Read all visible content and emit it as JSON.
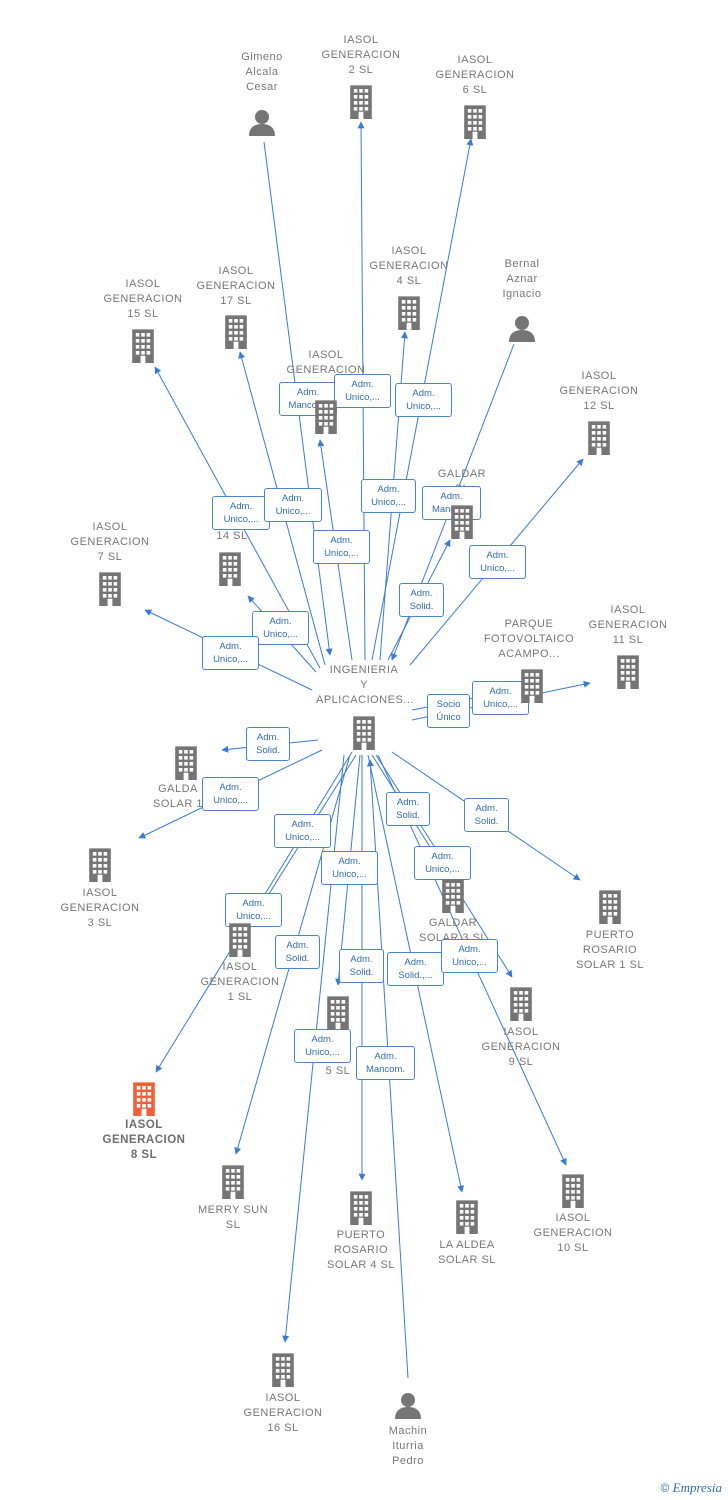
{
  "colors": {
    "edge": "#3a7bd5",
    "icon": "#757575",
    "focus_icon": "#f2603a",
    "role_border": "#4a86cf",
    "role_text": "#2f6db5"
  },
  "center_node": "ingenieria",
  "nodes": [
    {
      "id": "ingenieria",
      "label": "INGENIERIA\nY\nAPLICACIONES...",
      "kind": "company"
    },
    {
      "id": "gimeno",
      "label": "Gimeno\nAlcala\nCesar",
      "kind": "person"
    },
    {
      "id": "iasol2",
      "label": "IASOL\nGENERACION\n2  SL",
      "kind": "company"
    },
    {
      "id": "iasol6",
      "label": "IASOL\nGENERACION\n6  SL",
      "kind": "company"
    },
    {
      "id": "iasol4",
      "label": "IASOL\nGENERACION\n4  SL",
      "kind": "company"
    },
    {
      "id": "bernal",
      "label": "Bernal\nAznar\nIgnacio",
      "kind": "person"
    },
    {
      "id": "iasol15",
      "label": "IASOL\nGENERACION\n15  SL",
      "kind": "company"
    },
    {
      "id": "iasol17",
      "label": "IASOL\nGENERACION\n17  SL",
      "kind": "company"
    },
    {
      "id": "iasol13",
      "label": "IASOL\nGENERACION",
      "kind": "company"
    },
    {
      "id": "iasol12",
      "label": "IASOL\nGENERACION\n12  SL",
      "kind": "company"
    },
    {
      "id": "galdar_a",
      "label": "GALDAR\n     SL",
      "kind": "company"
    },
    {
      "id": "iasol14",
      "label": "GEN\n14  SL",
      "kind": "company"
    },
    {
      "id": "iasol7",
      "label": "IASOL\nGENERACION\n7  SL",
      "kind": "company"
    },
    {
      "id": "parque",
      "label": "PARQUE\nFOTOVOLTAICO\nACAMPO...",
      "kind": "company"
    },
    {
      "id": "iasol11",
      "label": "IASOL\nGENERACION\n11  SL",
      "kind": "company"
    },
    {
      "id": "galdar_solar1",
      "label": "GALDA\nSOLAR 1",
      "kind": "company"
    },
    {
      "id": "iasol3",
      "label": "IASOL\nGENERACION\n3  SL",
      "kind": "company"
    },
    {
      "id": "puerto1",
      "label": "PUERTO\nROSARIO\nSOLAR 1  SL",
      "kind": "company"
    },
    {
      "id": "galdar3",
      "label": "GALDAR\nSOLAR 3  SL",
      "kind": "company"
    },
    {
      "id": "iasol1",
      "label": "IASOL\nGENERACION\n1  SL",
      "kind": "company"
    },
    {
      "id": "iasol9",
      "label": "IASOL\nGENERACION\n9  SL",
      "kind": "company"
    },
    {
      "id": "iasol5",
      "label": "5  SL",
      "kind": "company"
    },
    {
      "id": "iasol8",
      "label": "IASOL\nGENERACION\n8  SL",
      "kind": "company",
      "focus": true
    },
    {
      "id": "merry",
      "label": "MERRY SUN\nSL",
      "kind": "company"
    },
    {
      "id": "puerto4",
      "label": "PUERTO\nROSARIO\nSOLAR 4  SL",
      "kind": "company"
    },
    {
      "id": "aldea",
      "label": "LA ALDEA\nSOLAR  SL",
      "kind": "company"
    },
    {
      "id": "iasol10",
      "label": "IASOL\nGENERACION\n10  SL",
      "kind": "company"
    },
    {
      "id": "iasol16",
      "label": "IASOL\nGENERACION\n16  SL",
      "kind": "company"
    },
    {
      "id": "machin",
      "label": "Machin\nIturria\nPedro",
      "kind": "person"
    }
  ],
  "roles": [
    {
      "id": "r1",
      "text": "Adm.\nMancom."
    },
    {
      "id": "r2",
      "text": "Adm.\nUnico,..."
    },
    {
      "id": "r3",
      "text": "Adm.\nUnico,..."
    },
    {
      "id": "r4",
      "text": "Adm.\nUnico,..."
    },
    {
      "id": "r5",
      "text": "Adm.\nUnico,..."
    },
    {
      "id": "r6",
      "text": "Adm.\nMancom."
    },
    {
      "id": "r7",
      "text": "Adm.\nUnico,..."
    },
    {
      "id": "r8",
      "text": "Adm.\nUnico,..."
    },
    {
      "id": "r9",
      "text": "Adm.\nUnico,..."
    },
    {
      "id": "r10",
      "text": "Adm.\nSolid."
    },
    {
      "id": "r11",
      "text": "Adm.\nUnico,..."
    },
    {
      "id": "r12",
      "text": "Adm.\nUnico,..."
    },
    {
      "id": "r13",
      "text": "Adm.\nUnico,..."
    },
    {
      "id": "r14",
      "text": "Socio\nÚnico"
    },
    {
      "id": "r15",
      "text": "Adm.\nSolid."
    },
    {
      "id": "r16",
      "text": "Adm.\nUnico,..."
    },
    {
      "id": "r17",
      "text": "Adm.\nSolid."
    },
    {
      "id": "r18",
      "text": "Adm.\nSolid."
    },
    {
      "id": "r19",
      "text": "Adm.\nUnico,..."
    },
    {
      "id": "r20",
      "text": "Adm.\nUnico,..."
    },
    {
      "id": "r21",
      "text": "Adm.\nUnico,..."
    },
    {
      "id": "r22",
      "text": "Adm.\nUnico,..."
    },
    {
      "id": "r23",
      "text": "Adm.\nSolid."
    },
    {
      "id": "r24",
      "text": "Adm.\nSolid."
    },
    {
      "id": "r25",
      "text": "Adm.\nSolid.,..."
    },
    {
      "id": "r26",
      "text": "Adm.\nUnico,..."
    },
    {
      "id": "r27",
      "text": "Adm.\nUnico,..."
    },
    {
      "id": "r28",
      "text": "Adm.\nMancom."
    }
  ],
  "edges": [
    {
      "from": "gimeno",
      "to": "ingenieria"
    },
    {
      "from": "ingenieria",
      "to": "iasol2"
    },
    {
      "from": "ingenieria",
      "to": "iasol6"
    },
    {
      "from": "ingenieria",
      "to": "iasol4"
    },
    {
      "from": "bernal",
      "to": "ingenieria"
    },
    {
      "from": "ingenieria",
      "to": "iasol15"
    },
    {
      "from": "ingenieria",
      "to": "iasol17"
    },
    {
      "from": "ingenieria",
      "to": "iasol13"
    },
    {
      "from": "ingenieria",
      "to": "iasol12"
    },
    {
      "from": "ingenieria",
      "to": "galdar_a"
    },
    {
      "from": "ingenieria",
      "to": "iasol14"
    },
    {
      "from": "ingenieria",
      "to": "iasol7"
    },
    {
      "from": "ingenieria",
      "to": "parque"
    },
    {
      "from": "ingenieria",
      "to": "iasol11"
    },
    {
      "from": "ingenieria",
      "to": "galdar_solar1"
    },
    {
      "from": "ingenieria",
      "to": "iasol3"
    },
    {
      "from": "ingenieria",
      "to": "puerto1"
    },
    {
      "from": "ingenieria",
      "to": "galdar3"
    },
    {
      "from": "ingenieria",
      "to": "iasol1"
    },
    {
      "from": "ingenieria",
      "to": "iasol9"
    },
    {
      "from": "ingenieria",
      "to": "iasol5"
    },
    {
      "from": "ingenieria",
      "to": "iasol8"
    },
    {
      "from": "ingenieria",
      "to": "merry"
    },
    {
      "from": "ingenieria",
      "to": "puerto4"
    },
    {
      "from": "ingenieria",
      "to": "aldea"
    },
    {
      "from": "ingenieria",
      "to": "iasol10"
    },
    {
      "from": "ingenieria",
      "to": "iasol16"
    },
    {
      "from": "machin",
      "to": "ingenieria"
    }
  ],
  "footer": {
    "copyright": "©",
    "brand": "Empresia"
  }
}
